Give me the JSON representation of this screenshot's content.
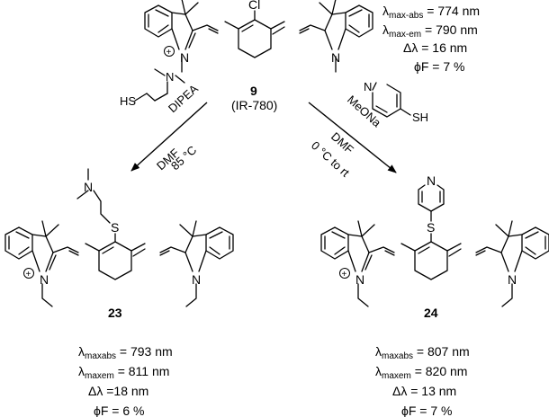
{
  "start": {
    "number": "9",
    "name": "(IR-780)",
    "substituent": "Cl",
    "props": {
      "abs_label": "λ",
      "abs_sub": "max-abs",
      "abs_value": "= 774 nm",
      "em_label": "λ",
      "em_sub": "max-em",
      "em_value": "= 790 nm",
      "shift": "Δλ = 16 nm",
      "qy": "ϕF = 7 %"
    }
  },
  "route_left": {
    "reagent_condition_1": "DIPEA",
    "reagent_condition_2": "DMF",
    "reagent_condition_3": "85 °C",
    "thiol_s": "HS",
    "amine_n": "N"
  },
  "route_right": {
    "reagent_condition_1": "MeONa",
    "reagent_condition_2": "DMF",
    "reagent_condition_3": "0 °C to rt",
    "pyridine_n": "N",
    "thiol_sh": "SH"
  },
  "product_left": {
    "number": "23",
    "amine_n": "N",
    "sulfur": "S",
    "props": {
      "abs_label": "λ",
      "abs_sub": "maxabs",
      "abs_value": "= 793 nm",
      "em_label": "λ",
      "em_sub": "maxem",
      "em_value": "= 811 nm",
      "shift": "Δλ =18 nm",
      "qy": "ϕF = 6 %"
    }
  },
  "product_right": {
    "number": "24",
    "pyridine_n": "N",
    "sulfur": "S",
    "props": {
      "abs_label": "λ",
      "abs_sub": "maxabs",
      "abs_value": "= 807 nm",
      "em_label": "λ",
      "em_sub": "maxem",
      "em_value": "= 820 nm",
      "shift": "Δλ = 13 nm",
      "qy": "ϕF = 7 %"
    }
  },
  "atoms": {
    "n": "N",
    "plus": "+"
  }
}
